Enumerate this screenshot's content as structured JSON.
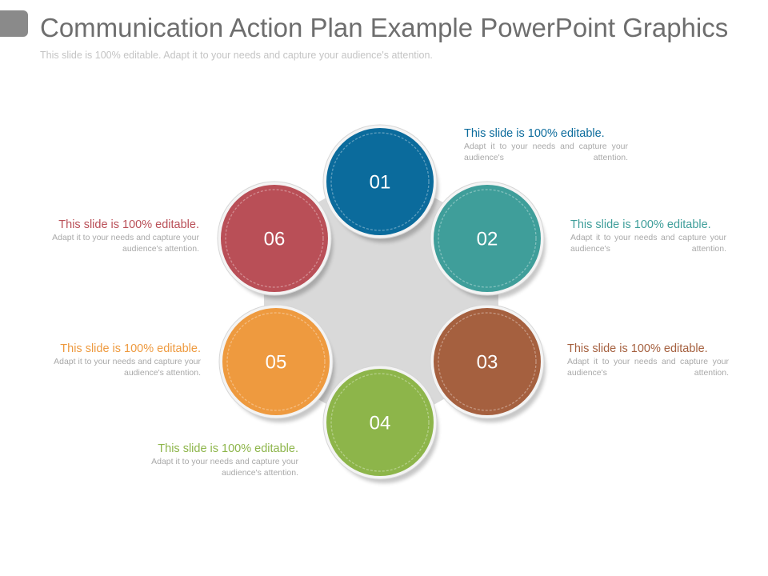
{
  "slide": {
    "title": "Communication Action Plan Example PowerPoint Graphics",
    "subtitle": "This slide is 100% editable. Adapt it to your needs and capture your audience's attention."
  },
  "steps": [
    {
      "id": "01",
      "color": "#0b6b9c",
      "heading": "This slide is 100% editable.",
      "body": "Adapt it to your needs and capture your audience's attention."
    },
    {
      "id": "02",
      "color": "#3f9e9a",
      "heading": "This slide is 100% editable.",
      "body": "Adapt it to your needs and capture your audience's attention."
    },
    {
      "id": "03",
      "color": "#a5603f",
      "heading": "This slide is 100% editable.",
      "body": "Adapt it to your needs and capture your audience's attention."
    },
    {
      "id": "04",
      "color": "#8db54a",
      "heading": "This slide is 100% editable.",
      "body": "Adapt it to your needs and capture your audience's attention."
    },
    {
      "id": "05",
      "color": "#ee9a3f",
      "heading": "This slide is 100% editable.",
      "body": "Adapt it to your needs and capture your audience's attention."
    },
    {
      "id": "06",
      "color": "#b94f57",
      "heading": "This slide is 100% editable.",
      "body": "Adapt it to your needs and capture your audience's attention."
    }
  ],
  "colors": {
    "hub": "#d9d9d9",
    "title": "#6e6e6e",
    "subtitle": "#c4c4c4",
    "body_text": "#a9a9a9"
  }
}
